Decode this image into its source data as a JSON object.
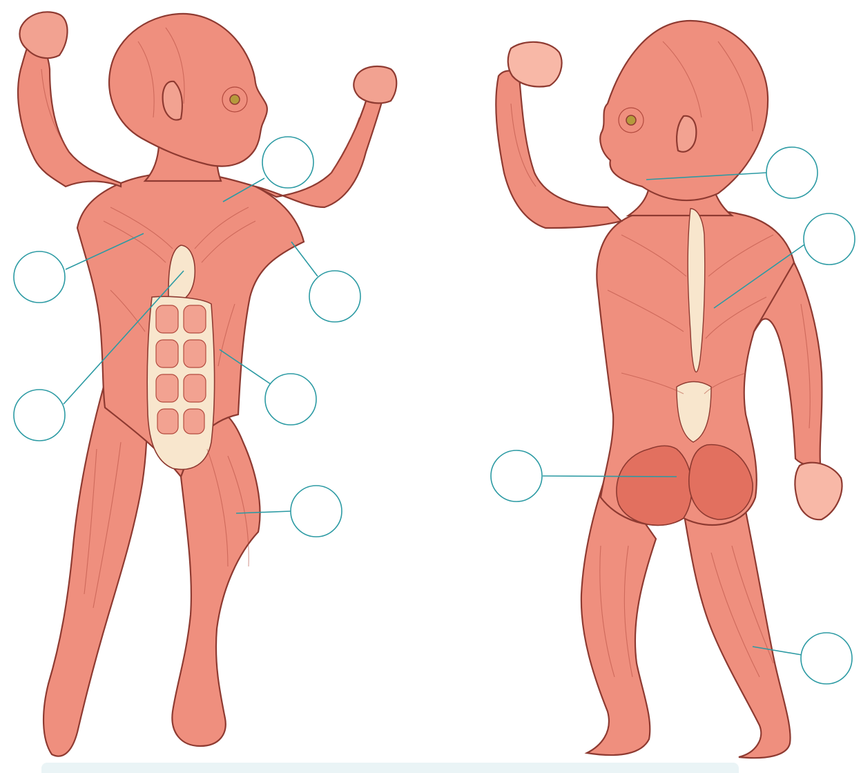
{
  "colors": {
    "skin": "#ef8f7e",
    "skin_dark": "#e2705f",
    "skin_light": "#f8b8a7",
    "tendon": "#f8e6cd",
    "outline": "#8e3a31",
    "leader_line": "#2b9aa3",
    "label_circle_stroke": "#2b9aa3",
    "label_circle_fill": "#ffffff",
    "eye": "#b59a3c"
  },
  "figures": [
    {
      "view": "anterior"
    },
    {
      "view": "posterior"
    }
  ],
  "labels": [
    {
      "id": "label-front-neck",
      "text": ""
    },
    {
      "id": "label-front-chest",
      "text": ""
    },
    {
      "id": "label-front-shoulder",
      "text": ""
    },
    {
      "id": "label-front-abdomen",
      "text": ""
    },
    {
      "id": "label-front-side",
      "text": ""
    },
    {
      "id": "label-front-thigh",
      "text": ""
    },
    {
      "id": "label-back-neck",
      "text": ""
    },
    {
      "id": "label-back-upper-back",
      "text": ""
    },
    {
      "id": "label-back-gluteal",
      "text": ""
    },
    {
      "id": "label-back-calf",
      "text": ""
    }
  ]
}
